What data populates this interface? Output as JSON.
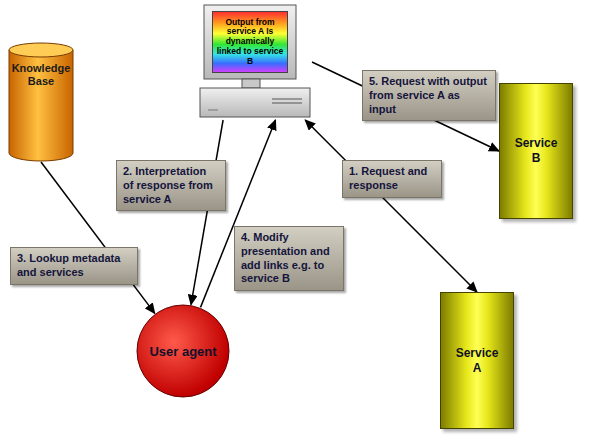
{
  "diagram": {
    "nodes": [
      {
        "text": [
          "Output from service A Is dynamically linked to service B"
        ]
      },
      {
        "text": [
          "Knowledge Base"
        ]
      },
      {
        "text": [
          "Service B"
        ]
      },
      {
        "text": [
          "Service A"
        ]
      },
      {
        "text": [
          "User agent"
        ]
      }
    ],
    "edges": [
      {
        "from": 0,
        "to": 3,
        "label": "1. Request and response",
        "arrow": "both"
      },
      {
        "from": 0,
        "to": 4,
        "label": "2. Interpretation of response from service A",
        "arrow": "to"
      },
      {
        "from": 1,
        "to": 4,
        "label": "3. Lookup metadata and services",
        "arrow": "to"
      },
      {
        "from": 4,
        "to": 0,
        "label": "4. Modify presentation and add links e.g. to service B",
        "arrow": "to"
      },
      {
        "from": 0,
        "to": 2,
        "label": "5. Request with output from service A as input",
        "arrow": "to"
      }
    ]
  }
}
